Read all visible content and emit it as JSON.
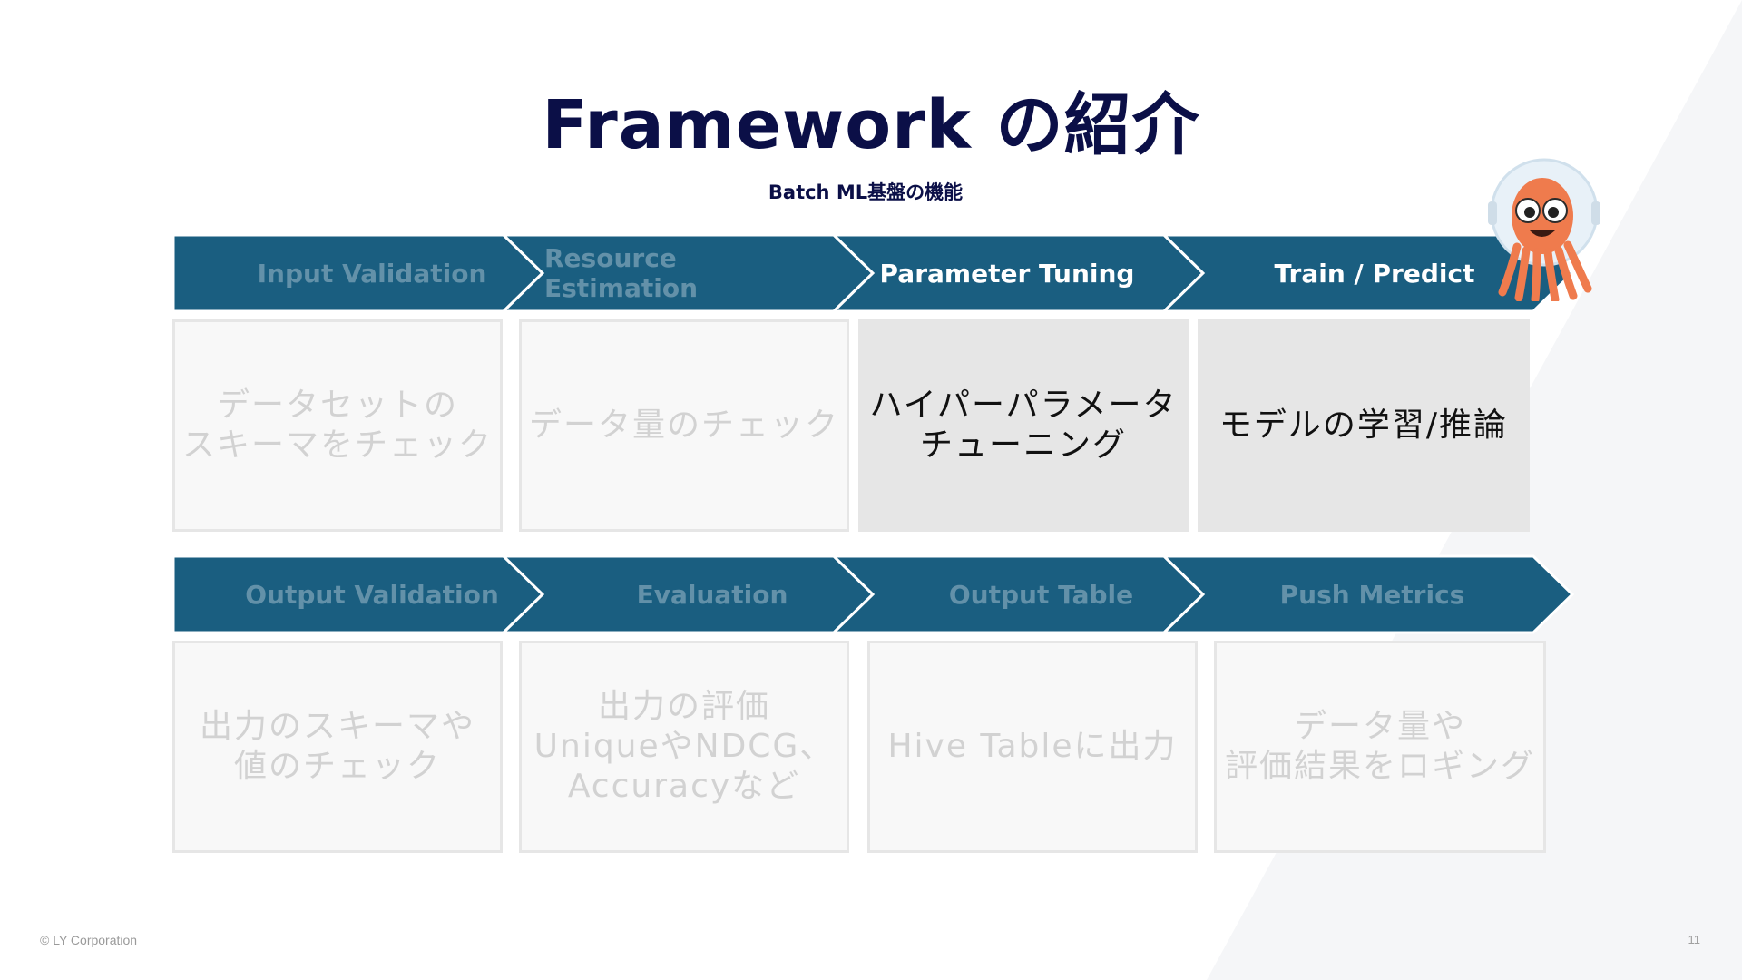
{
  "slide": {
    "title": "Framework の紹介",
    "subtitle": "Batch ML基盤の機能",
    "footer": "© LY Corporation",
    "page_number": "11"
  },
  "row1": {
    "steps": [
      {
        "label": "Input Validation",
        "active": false
      },
      {
        "label": "Resource Estimation",
        "active": false
      },
      {
        "label": "Parameter Tuning",
        "active": true
      },
      {
        "label": "Train / Predict",
        "active": true
      }
    ],
    "cards": [
      {
        "line1": "データセットの",
        "line2": "スキーマをチェック",
        "line3": ""
      },
      {
        "line1": "データ量のチェック",
        "line2": "",
        "line3": ""
      },
      {
        "line1": "ハイパーパラメータ",
        "line2": "チューニング",
        "line3": ""
      },
      {
        "line1": "モデルの学習/推論",
        "line2": "",
        "line3": ""
      }
    ]
  },
  "row2": {
    "steps": [
      {
        "label": "Output Validation",
        "active": false
      },
      {
        "label": "Evaluation",
        "active": false
      },
      {
        "label": "Output Table",
        "active": false
      },
      {
        "label": "Push Metrics",
        "active": false
      }
    ],
    "cards": [
      {
        "line1": "出力のスキーマや",
        "line2": "値のチェック",
        "line3": ""
      },
      {
        "line1": "出力の評価",
        "line2": "UniqueやNDCG、",
        "line3": "Accuracyなど"
      },
      {
        "line1": "Hive Tableに出力",
        "line2": "",
        "line3": ""
      },
      {
        "line1": "データ量や",
        "line2": "評価結果をロギング",
        "line3": ""
      }
    ]
  },
  "icons": {
    "mascot": "octopus-mascot-icon"
  },
  "colors": {
    "arrow": "#1a5e80",
    "title": "#0b0f47",
    "active_card": "#e6e6e6",
    "dim_card": "#f8f8f8"
  }
}
